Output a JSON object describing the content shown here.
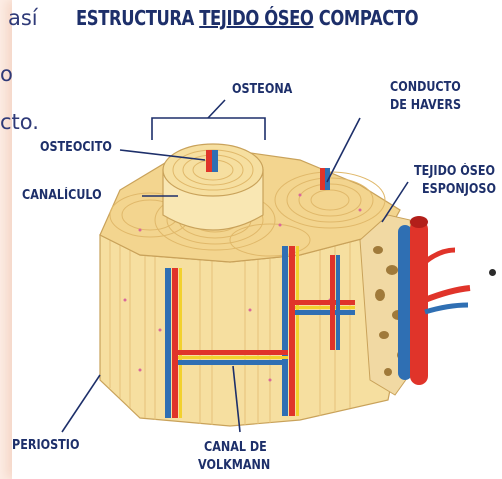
{
  "title_prefix": "ESTRUCTURA ",
  "title_underlined": "TEJIDO ÓSEO",
  "title_suffix": " COMPACTO",
  "side_notes": {
    "word1": "así",
    "word2": "o",
    "word3": "cto."
  },
  "labels": {
    "osteona": "OSTEONA",
    "conducto_line1": "CONDUCTO",
    "conducto_line2": "DE HAVERS",
    "osteocito": "OSTEOCITO",
    "canaliculo": "CANALÍCULO",
    "esponjoso_line1": "TEJIDO ÓSEO",
    "esponjoso_line2": "ESPONJOSO",
    "periostio": "PERIOSTIO",
    "volkmann_line1": "CANAL DE",
    "volkmann_line2": "VOLKMANN"
  },
  "colors": {
    "bone": "#f6dfa0",
    "bone_dark": "#e9c677",
    "artery": "#e0342a",
    "vein": "#2f6fb3",
    "nerve": "#f2d12d",
    "text": "#1d2f6a"
  }
}
